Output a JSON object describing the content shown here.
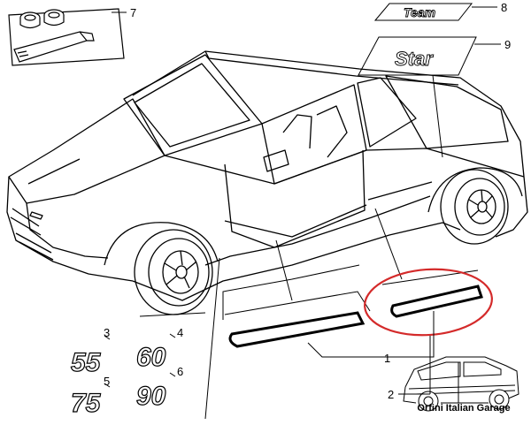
{
  "callouts": {
    "n1": "1",
    "n2": "2",
    "n3": "3",
    "n4": "4",
    "n5": "5",
    "n6": "6",
    "n7": "7",
    "n8": "8",
    "n9": "9"
  },
  "badges": {
    "team": "Team",
    "star": "Star",
    "b55": "55",
    "b60": "60",
    "b75": "75",
    "b90": "90"
  },
  "footer": {
    "credit": "Orfini Italian Garage"
  },
  "colors": {
    "line": "#000000",
    "highlight": "#d42a2a",
    "badge_fill": "#ffffff"
  }
}
